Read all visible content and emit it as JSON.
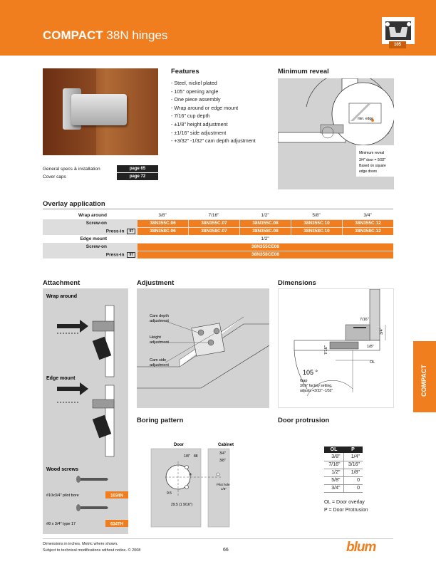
{
  "header": {
    "title_bold": "COMPACT",
    "title_rest": " 38N hinges",
    "angle_badge": "105"
  },
  "photo_refs": [
    {
      "label": "General specs & installation",
      "page": "page 65"
    },
    {
      "label": "Cover caps",
      "page": "page 72"
    }
  ],
  "features": {
    "title": "Features",
    "items": [
      "- Steel, nickel plated",
      "- 105° opening angle",
      "- One piece assembly",
      "- Wrap around or edge mount",
      "- 7/16\" cup depth",
      "- ±1/8\" height adjustment",
      "- ±1/16\" side adjustment",
      "- +3/32\" -1/32\" cam depth adjustment"
    ]
  },
  "minimum_reveal": {
    "title": "Minimum reveal",
    "label_min": "min. edge",
    "note": [
      "Minimum reveal",
      "3/4\" door = 9/32\"",
      "Based on square",
      "edge doors"
    ]
  },
  "overlay": {
    "title": "Overlay application",
    "wrap_label": "Wrap around",
    "wrap_sizes": [
      "3/8\"",
      "7/16\"",
      "1/2\"",
      "5/8\"",
      "3/4\""
    ],
    "screw_on_label": "Screw-on",
    "screw_on": [
      "38N355C.06",
      "38N355C.07",
      "38N355C.08",
      "38N355C.10",
      "38N355C.12"
    ],
    "press_in_label": "Press-in",
    "press_icon": "97",
    "press_in": [
      "38N358C.06",
      "38N358C.07",
      "38N358C.08",
      "38N358C.10",
      "38N358C.12"
    ],
    "edge_label": "Edge mount",
    "edge_size": "1/2\"",
    "edge_screw_on": "38N355CE08",
    "edge_press_in": "38N358CE08"
  },
  "attachment": {
    "title": "Attachment",
    "wrap_label": "Wrap around",
    "edge_label": "Edge mount",
    "screws_label": "Wood screws",
    "screw1_desc": "#10x3/4\" pilot bore",
    "screw1_code": "1034N",
    "screw2_desc": "#8 x 3/4\" type 17",
    "screw2_code": "634TH"
  },
  "adjustment": {
    "title": "Adjustment",
    "labels": [
      "Cam depth",
      "adjustment",
      "Height",
      "adjustment",
      "Cam side",
      "adjustment"
    ]
  },
  "dimensions": {
    "title": "Dimensions",
    "labels": {
      "d716": "7/16\"",
      "d34": "3/4\"",
      "d18": "1/8\"",
      "ol": "OL",
      "d716b": "7/16\"",
      "angle": "105 °",
      "gap": "Gap",
      "gap_note1": "3/16\" factory setting,",
      "gap_note2": "adjusts +3/32\" -1/32\""
    }
  },
  "boring": {
    "title": "Boring pattern",
    "door_label": "Door",
    "cabinet_label": "Cabinet",
    "labels": {
      "v18": "1/8\"",
      "v88": "88",
      "v34": "3/4\"",
      "v38": "3/8\"",
      "v4": "4",
      "v95": "9.5",
      "v295": "29.5 (1 9/16\")",
      "pilot1": "Pilot hole",
      "pilot2": "1/8\""
    }
  },
  "protrusion": {
    "title": "Door protrusion",
    "headers": [
      "OL",
      "P"
    ],
    "rows": [
      [
        "3/8\"",
        "1/4\""
      ],
      [
        "7/16\"",
        "3/16\""
      ],
      [
        "1/2\"",
        "1/8\""
      ],
      [
        "5/8\"",
        "0"
      ],
      [
        "3/4\"",
        "0"
      ]
    ],
    "legend": [
      "OL = Door overlay",
      "P = Door Protrusion"
    ]
  },
  "side_tab": "COMPACT",
  "footer": {
    "note1": "Dimensions in inches. Metric where shown.",
    "note2": "Subject to technical modifications without notice. © 2008",
    "page": "66",
    "logo": "blum"
  },
  "colors": {
    "accent": "#f07d1e",
    "panel": "#d2d2d2"
  }
}
